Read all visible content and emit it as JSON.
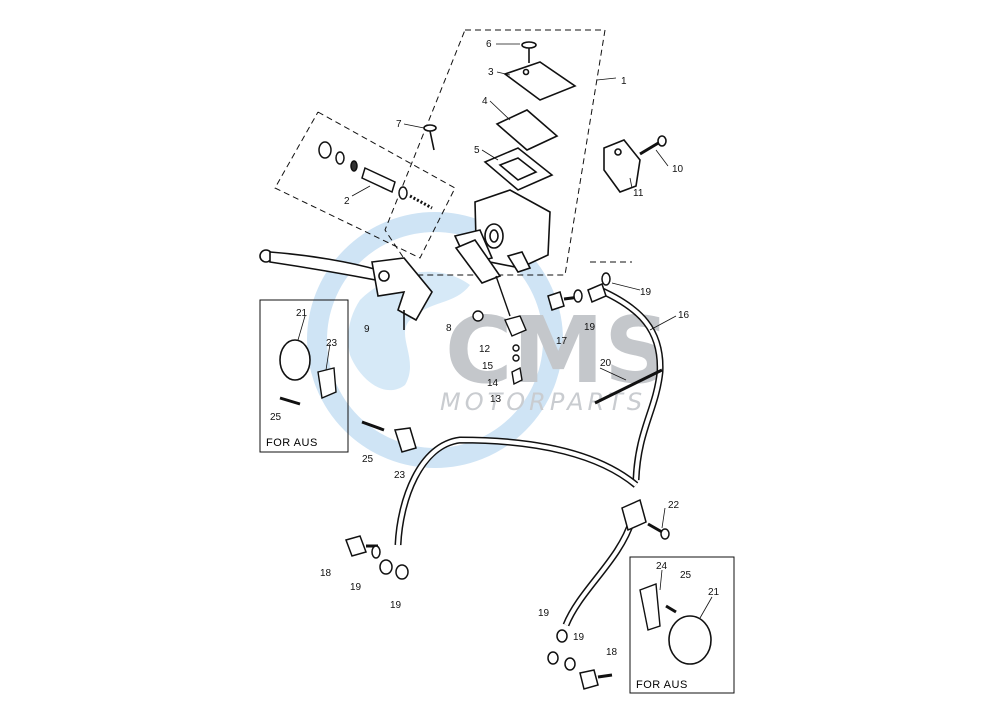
{
  "watermark": {
    "brand": "CMS",
    "tagline": "MOTORPARTS",
    "brand_color": "#bfc3c7",
    "globe_color": "#c8e1f4"
  },
  "insets": [
    {
      "label": "FOR AUS"
    },
    {
      "label": "FOR AUS"
    }
  ],
  "callouts": {
    "c1": "1",
    "c2": "2",
    "c3": "3",
    "c4": "4",
    "c5": "5",
    "c6": "6",
    "c7": "7",
    "c8": "8",
    "c9": "9",
    "c10": "10",
    "c11": "11",
    "c12": "12",
    "c13": "13",
    "c14": "14",
    "c15": "15",
    "c16": "16",
    "c17": "17",
    "c18a": "18",
    "c18b": "18",
    "c19a": "19",
    "c19b": "19",
    "c19c": "19",
    "c19d": "19",
    "c19e": "19",
    "c19f": "19",
    "c20": "20",
    "c21a": "21",
    "c21b": "21",
    "c22": "22",
    "c23a": "23",
    "c23b": "23",
    "c24": "24",
    "c25a": "25",
    "c25b": "25",
    "c25c": "25"
  },
  "colors": {
    "line": "#111111"
  }
}
